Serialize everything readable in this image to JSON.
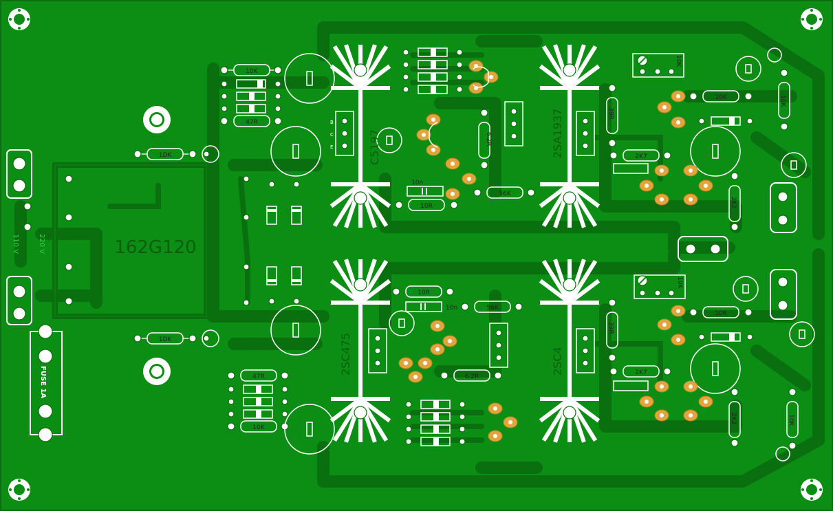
{
  "board": {
    "background": "#0c8e14",
    "trace_color": "#0a6f0f",
    "silk_color": "#ffffff",
    "pad_color": "#e0a63d"
  },
  "labels": {
    "transformer": "162G120",
    "vol_220": "220 V",
    "vol_110": "110 V",
    "fuse": "FUSE 1A",
    "r_10k_top": "10K",
    "r_47r_top": "47R",
    "r_10k_in_top": "1DK",
    "r_10k_in_bot": "1DK",
    "r_47r_bot": "47R",
    "r_10k_bot": "10K",
    "cap_10n_top": "10n",
    "r_10r_top": "10R",
    "r_56k_top": "56K",
    "r_62r_top": "6.2R",
    "r_10r_bot": "10R",
    "cap_10n_bot": "10n",
    "r_56k_bot": "56K",
    "r_62r_bot": "6.2R",
    "r_39r_top": "39R",
    "r_39r_bot": "39R",
    "r_2k7_top": "2K7",
    "r_2k7_bot": "2K7",
    "r_10k_rt": "10K",
    "r_10k_rb": "10K",
    "r_10k_vert_top": "10K",
    "r_10k_vert_bot": "10K",
    "r_2k2_top": "2K2",
    "r_2k2_bot": "2K2",
    "pot_top": "10K",
    "pot_bot": "10K",
    "tr_top_left": "C5197",
    "tr_top_right": "2SA1937",
    "tr_bot_left": "2SC475",
    "tr_bot_right": "2SC4",
    "pin_b": "B",
    "pin_c": "C",
    "pin_e": "E"
  }
}
